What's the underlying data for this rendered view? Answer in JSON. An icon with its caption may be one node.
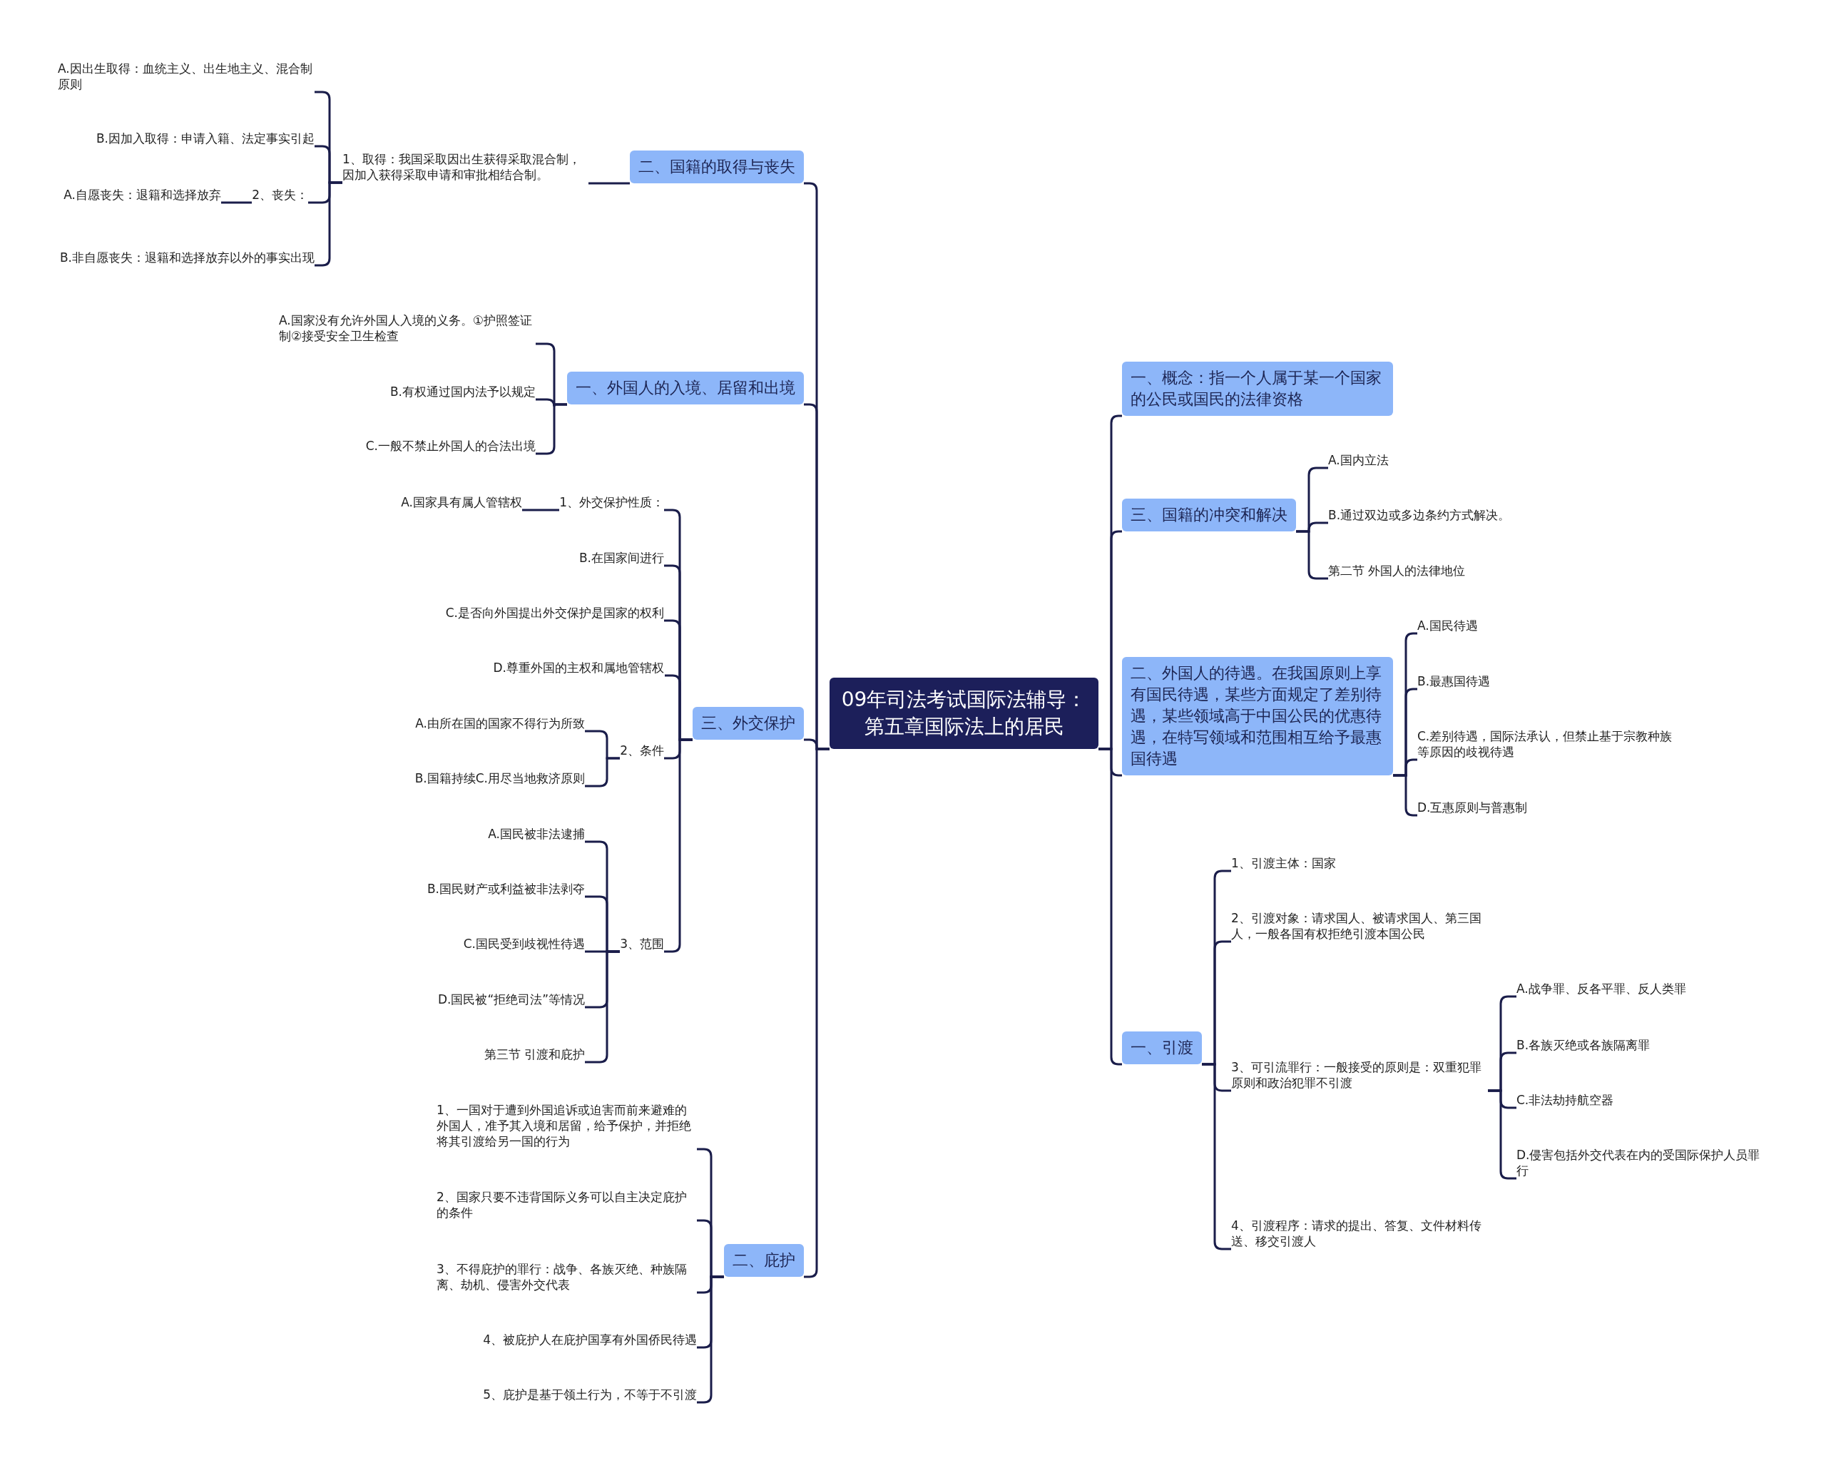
{
  "diagram": {
    "nodes": [
      {
        "text": [
          "09年司法考试国际法辅导：第五章国际法上的居民"
        ]
      },
      {
        "text": [
          "二、国籍的取得与丧失"
        ]
      },
      {
        "text": [
          "1、取得：我国采取因出生获得采取混合制，因加入获得采取申请和审批相结合制。"
        ]
      },
      {
        "text": [
          "A.因出生取得：血统主义、出生地主义、混合制原则"
        ]
      },
      {
        "text": [
          "B.因加入取得：申请入籍、法定事实引起"
        ]
      },
      {
        "text": [
          "2、丧失："
        ]
      },
      {
        "text": [
          "A.自愿丧失：退籍和选择放弃"
        ]
      },
      {
        "text": [
          "B.非自愿丧失：退籍和选择放弃以外的事实出现"
        ]
      },
      {
        "text": [
          "一、外国人的入境、居留和出境"
        ]
      },
      {
        "text": [
          "A.国家没有允许外国人入境的义务。①护照签证制②接受安全卫生检查"
        ]
      },
      {
        "text": [
          "B.有权通过国内法予以规定"
        ]
      },
      {
        "text": [
          "C.一般不禁止外国人的合法出境"
        ]
      },
      {
        "text": [
          "三、外交保护"
        ]
      },
      {
        "text": [
          "1、外交保护性质："
        ]
      },
      {
        "text": [
          "A.国家具有属人管辖权"
        ]
      },
      {
        "text": [
          "B.在国家间进行"
        ]
      },
      {
        "text": [
          "C.是否向外国提出外交保护是国家的权利"
        ]
      },
      {
        "text": [
          "D.尊重外国的主权和属地管辖权"
        ]
      },
      {
        "text": [
          "2、条件"
        ]
      },
      {
        "text": [
          "A.由所在国的国家不得行为所致"
        ]
      },
      {
        "text": [
          "B.国籍持续C.用尽当地救济原则"
        ]
      },
      {
        "text": [
          "3、范围"
        ]
      },
      {
        "text": [
          "A.国民被非法逮捕"
        ]
      },
      {
        "text": [
          "B.国民财产或利益被非法剥夺"
        ]
      },
      {
        "text": [
          "C.国民受到歧视性待遇"
        ]
      },
      {
        "text": [
          "D.国民被“拒绝司法”等情况"
        ]
      },
      {
        "text": [
          "第三节 引渡和庇护"
        ]
      },
      {
        "text": [
          "二、庇护"
        ]
      },
      {
        "text": [
          "1、一国对于遭到外国追诉或迫害而前来避难的外国人，准予其入境和居留，给予保护，并拒绝将其引渡给另一国的行为"
        ]
      },
      {
        "text": [
          "2、国家只要不违背国际义务可以自主决定庇护的条件"
        ]
      },
      {
        "text": [
          "3、不得庇护的罪行：战争、各族灭绝、种族隔离、劫机、侵害外交代表"
        ]
      },
      {
        "text": [
          "4、被庇护人在庇护国享有外国侨民待遇"
        ]
      },
      {
        "text": [
          "5、庇护是基于领土行为，不等于不引渡"
        ]
      },
      {
        "text": [
          "一、概念：指一个人属于某一个国家的公民或国民的法律资格"
        ]
      },
      {
        "text": [
          "三、国籍的冲突和解决"
        ]
      },
      {
        "text": [
          "A.国内立法"
        ]
      },
      {
        "text": [
          "B.通过双边或多边条约方式解决。"
        ]
      },
      {
        "text": [
          "第二节 外国人的法律地位"
        ]
      },
      {
        "text": [
          "二、外国人的待遇。在我国原则上享有国民待遇，某些方面规定了差别待遇，某些领域高于中国公民的优惠待遇，在特写领域和范围相互给予最惠国待遇"
        ]
      },
      {
        "text": [
          "A.国民待遇"
        ]
      },
      {
        "text": [
          "B.最惠国待遇"
        ]
      },
      {
        "text": [
          "C.差别待遇，国际法承认，但禁止基于宗教种族等原因的歧视待遇"
        ]
      },
      {
        "text": [
          "D.互惠原则与普惠制"
        ]
      },
      {
        "text": [
          "一、引渡"
        ]
      },
      {
        "text": [
          "1、引渡主体：国家"
        ]
      },
      {
        "text": [
          "2、引渡对象：请求国人、被请求国人、第三国人，一般各国有权拒绝引渡本国公民"
        ]
      },
      {
        "text": [
          "3、可引流罪行：一般接受的原则是：双重犯罪原则和政治犯罪不引渡"
        ]
      },
      {
        "text": [
          "A.战争罪、反各平罪、反人类罪"
        ]
      },
      {
        "text": [
          "B.各族灭绝或各族隔离罪"
        ]
      },
      {
        "text": [
          "C.非法劫持航空器"
        ]
      },
      {
        "text": [
          "D.侵害包括外交代表在内的受国际保护人员罪行"
        ]
      },
      {
        "text": [
          "4、引渡程序：请求的提出、答复、文件材料传送、移交引渡人"
        ]
      }
    ],
    "edges": [
      {
        "from": 0,
        "to": 1,
        "arrow": "none"
      },
      {
        "from": 1,
        "to": 2,
        "arrow": "none"
      },
      {
        "from": 2,
        "to": 3,
        "arrow": "none"
      },
      {
        "from": 2,
        "to": 4,
        "arrow": "none"
      },
      {
        "from": 2,
        "to": 5,
        "arrow": "none"
      },
      {
        "from": 5,
        "to": 6,
        "arrow": "none"
      },
      {
        "from": 2,
        "to": 7,
        "arrow": "none"
      },
      {
        "from": 0,
        "to": 8,
        "arrow": "none"
      },
      {
        "from": 8,
        "to": 9,
        "arrow": "none"
      },
      {
        "from": 8,
        "to": 10,
        "arrow": "none"
      },
      {
        "from": 8,
        "to": 11,
        "arrow": "none"
      },
      {
        "from": 0,
        "to": 12,
        "arrow": "none"
      },
      {
        "from": 12,
        "to": 13,
        "arrow": "none"
      },
      {
        "from": 13,
        "to": 14,
        "arrow": "none"
      },
      {
        "from": 12,
        "to": 15,
        "arrow": "none"
      },
      {
        "from": 12,
        "to": 16,
        "arrow": "none"
      },
      {
        "from": 12,
        "to": 17,
        "arrow": "none"
      },
      {
        "from": 12,
        "to": 18,
        "arrow": "none"
      },
      {
        "from": 18,
        "to": 19,
        "arrow": "none"
      },
      {
        "from": 18,
        "to": 20,
        "arrow": "none"
      },
      {
        "from": 12,
        "to": 21,
        "arrow": "none"
      },
      {
        "from": 21,
        "to": 22,
        "arrow": "none"
      },
      {
        "from": 21,
        "to": 23,
        "arrow": "none"
      },
      {
        "from": 21,
        "to": 24,
        "arrow": "none"
      },
      {
        "from": 21,
        "to": 25,
        "arrow": "none"
      },
      {
        "from": 21,
        "to": 26,
        "arrow": "none"
      },
      {
        "from": 0,
        "to": 27,
        "arrow": "none"
      },
      {
        "from": 27,
        "to": 28,
        "arrow": "none"
      },
      {
        "from": 27,
        "to": 29,
        "arrow": "none"
      },
      {
        "from": 27,
        "to": 30,
        "arrow": "none"
      },
      {
        "from": 27,
        "to": 31,
        "arrow": "none"
      },
      {
        "from": 27,
        "to": 32,
        "arrow": "none"
      },
      {
        "from": 0,
        "to": 33,
        "arrow": "none"
      },
      {
        "from": 0,
        "to": 34,
        "arrow": "none"
      },
      {
        "from": 34,
        "to": 35,
        "arrow": "none"
      },
      {
        "from": 34,
        "to": 36,
        "arrow": "none"
      },
      {
        "from": 34,
        "to": 37,
        "arrow": "none"
      },
      {
        "from": 0,
        "to": 38,
        "arrow": "none"
      },
      {
        "from": 38,
        "to": 39,
        "arrow": "none"
      },
      {
        "from": 38,
        "to": 40,
        "arrow": "none"
      },
      {
        "from": 38,
        "to": 41,
        "arrow": "none"
      },
      {
        "from": 38,
        "to": 42,
        "arrow": "none"
      },
      {
        "from": 0,
        "to": 43,
        "arrow": "none"
      },
      {
        "from": 43,
        "to": 44,
        "arrow": "none"
      },
      {
        "from": 43,
        "to": 45,
        "arrow": "none"
      },
      {
        "from": 43,
        "to": 46,
        "arrow": "none"
      },
      {
        "from": 46,
        "to": 47,
        "arrow": "none"
      },
      {
        "from": 46,
        "to": 48,
        "arrow": "none"
      },
      {
        "from": 46,
        "to": 49,
        "arrow": "none"
      },
      {
        "from": 46,
        "to": 50,
        "arrow": "none"
      },
      {
        "from": 43,
        "to": 51,
        "arrow": "none"
      }
    ]
  }
}
